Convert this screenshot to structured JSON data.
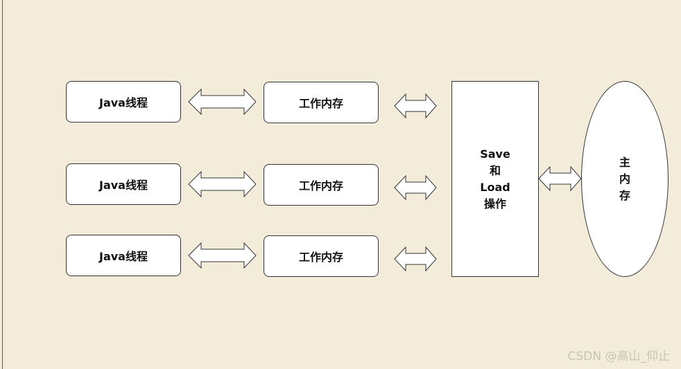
{
  "threads": [
    "Java线程",
    "Java线程",
    "Java线程"
  ],
  "working_memory": [
    "工作内存",
    "工作内存",
    "工作内存"
  ],
  "save_load": [
    "Save",
    "和",
    "Load",
    "操作"
  ],
  "main_memory": [
    "主",
    "内",
    "存"
  ],
  "watermark": "CSDN @高山_仰止",
  "colors": {
    "background": "#f3ecdb",
    "box_fill": "#ffffff",
    "stroke": "#333333"
  }
}
